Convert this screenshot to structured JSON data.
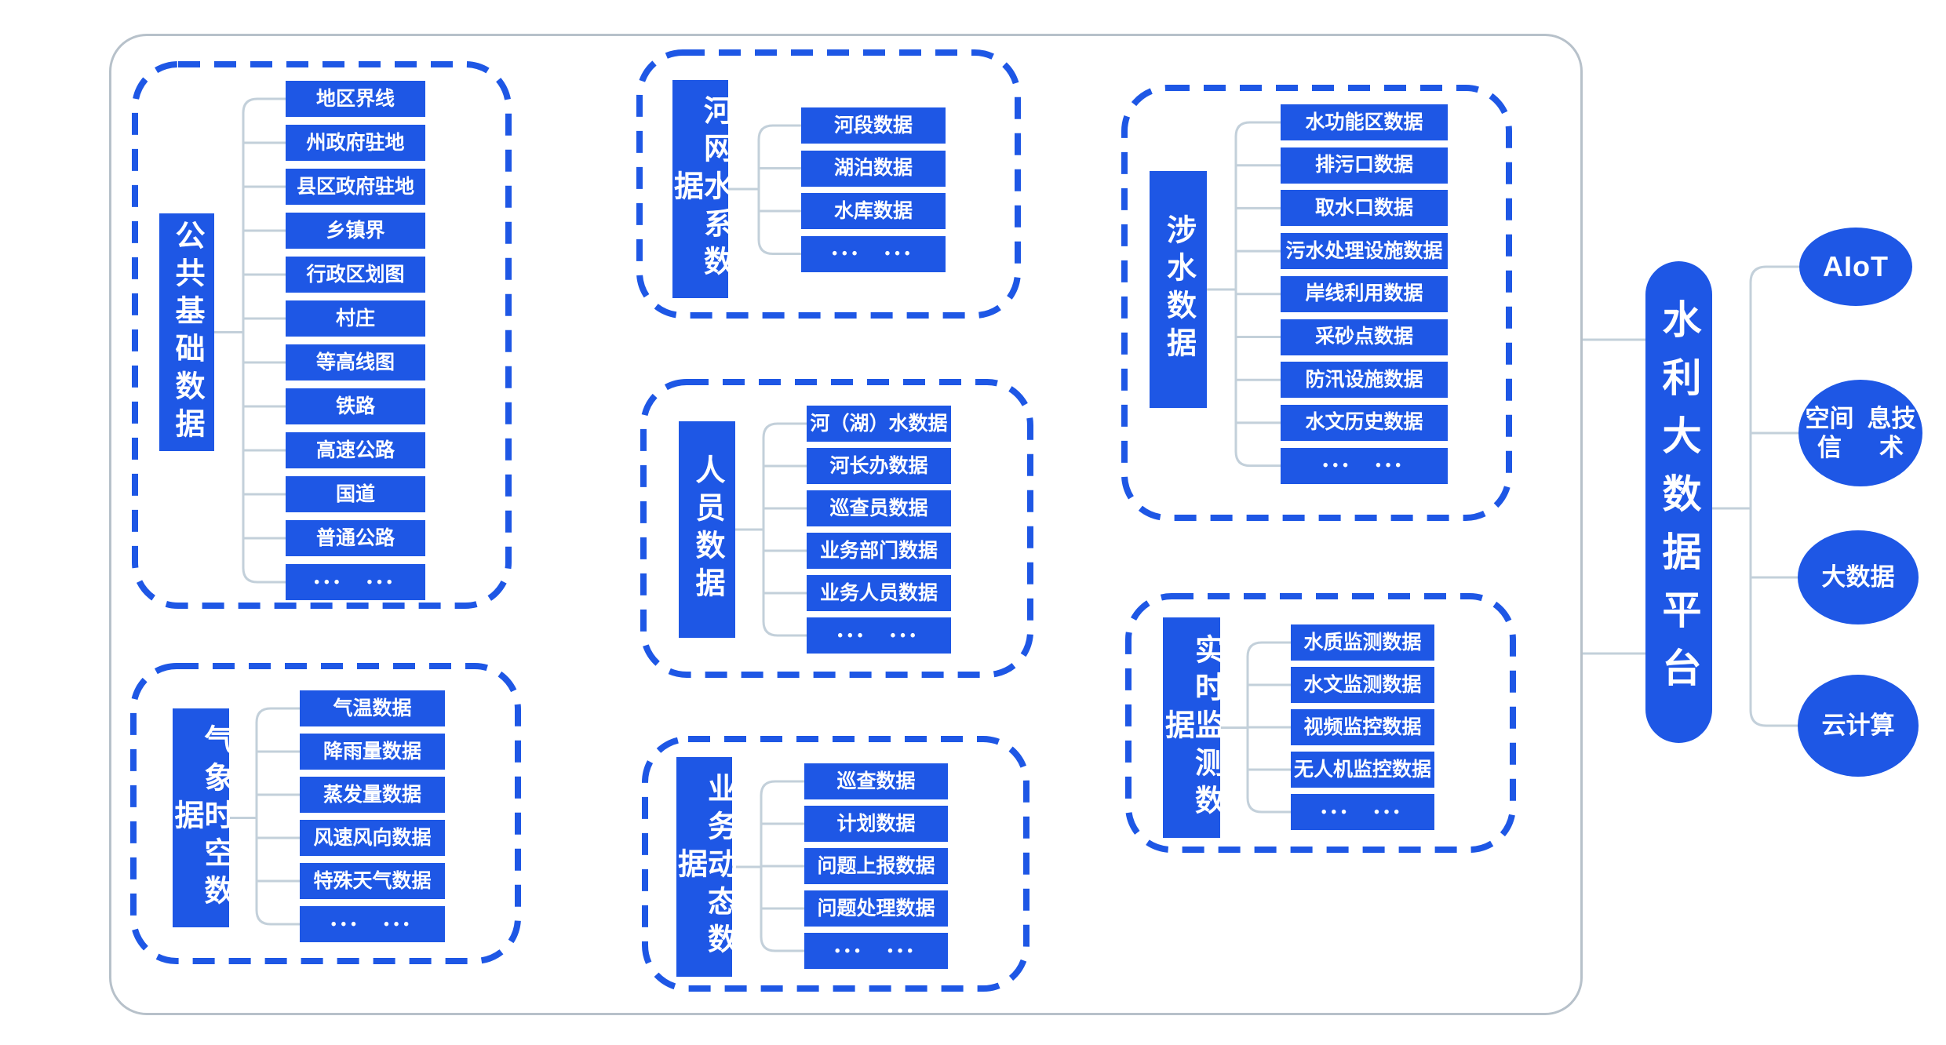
{
  "platform": {
    "title": "水利大数据平台"
  },
  "technologies": [
    {
      "id": "aiot",
      "label": "AIoT"
    },
    {
      "id": "spatial-info",
      "label": "空间信息技术",
      "lines": [
        "空间信",
        "息技术"
      ]
    },
    {
      "id": "big-data",
      "label": "大数据"
    },
    {
      "id": "cloud-computing",
      "label": "云计算"
    }
  ],
  "groups": [
    {
      "id": "public-base",
      "label": "公共基础数据",
      "items": [
        "地区界线",
        "州政府驻地",
        "县区政府驻地",
        "乡镇界",
        "行政区划图",
        "村庄",
        "等高线图",
        "铁路",
        "高速公路",
        "国道",
        "普通公路",
        "••• •••"
      ]
    },
    {
      "id": "river-network",
      "label": "河网水系数据",
      "items": [
        "河段数据",
        "湖泊数据",
        "水库数据",
        "••• •••"
      ]
    },
    {
      "id": "water-related",
      "label": "涉水数据",
      "items": [
        "水功能区数据",
        "排污口数据",
        "取水口数据",
        "污水处理设施数据",
        "岸线利用数据",
        "采砂点数据",
        "防汛设施数据",
        "水文历史数据",
        "••• •••"
      ]
    },
    {
      "id": "personnel",
      "label": "人员数据",
      "items": [
        "河（湖）水数据",
        "河长办数据",
        "巡查员数据",
        "业务部门数据",
        "业务人员数据",
        "••• •••"
      ]
    },
    {
      "id": "meteorological",
      "label": "气象时空数据",
      "items": [
        "气温数据",
        "降雨量数据",
        "蒸发量数据",
        "风速风向数据",
        "特殊天气数据",
        "••• •••"
      ]
    },
    {
      "id": "business-dynamic",
      "label": "业务动态数据",
      "items": [
        "巡查数据",
        "计划数据",
        "问题上报数据",
        "问题处理数据",
        "••• •••"
      ]
    },
    {
      "id": "realtime-monitoring",
      "label": "实时监测数据",
      "items": [
        "水质监测数据",
        "水文监测数据",
        "视频监控数据",
        "无人机监控数据",
        "••• •••"
      ]
    }
  ],
  "ellipsis": "••• •••",
  "colors": {
    "primary": "#1e57e5",
    "connector": "#c3d0da",
    "container_border": "#b7c1ca",
    "background": "#ffffff",
    "text_on_blue": "#ffffff"
  }
}
